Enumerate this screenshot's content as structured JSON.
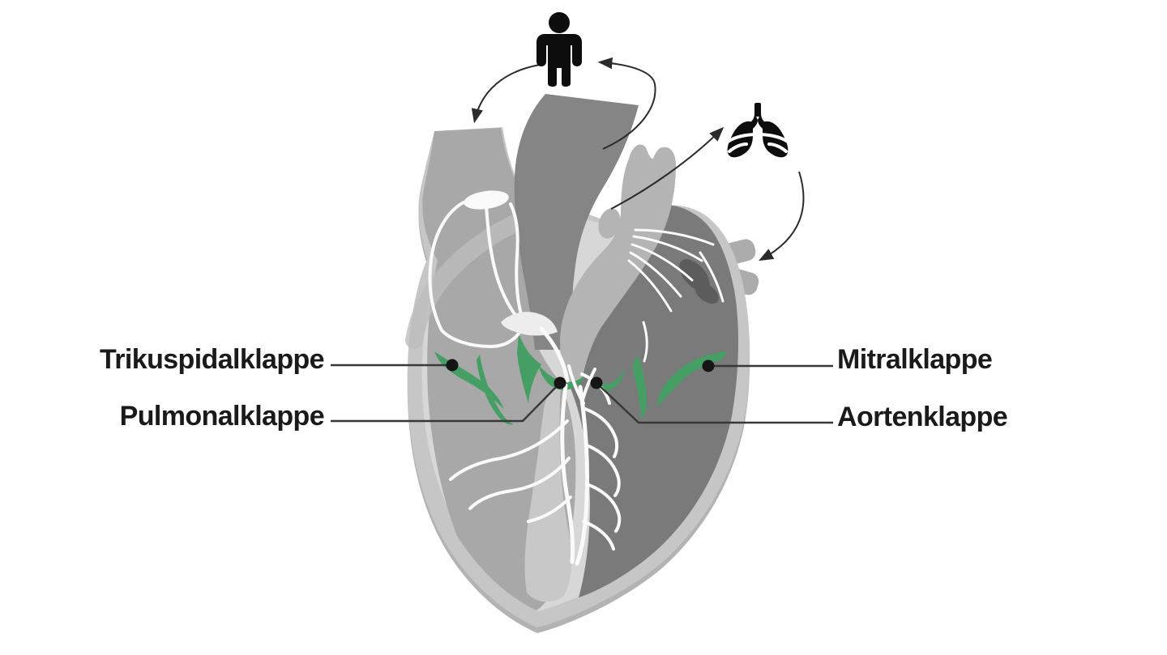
{
  "diagram": {
    "type": "anatomy-diagram",
    "subject": "Herzklappen (heart valves), frontal section of the human heart",
    "labels": [
      {
        "id": "tricuspid",
        "text": "Trikuspidalklappe",
        "side": "left",
        "points_to": "valve between right atrium and right ventricle"
      },
      {
        "id": "pulmonary",
        "text": "Pulmonalklappe",
        "side": "left",
        "points_to": "valve at base of pulmonary artery"
      },
      {
        "id": "mitral",
        "text": "Mitralklappe",
        "side": "right",
        "points_to": "valve between left atrium and left ventricle"
      },
      {
        "id": "aortic",
        "text": "Aortenklappe",
        "side": "right",
        "points_to": "valve at base of aorta"
      }
    ],
    "icons": [
      {
        "name": "person-icon",
        "meaning": "body circulation (systemic)"
      },
      {
        "name": "lungs-icon",
        "meaning": "lung circulation (pulmonary)"
      }
    ],
    "arrows": [
      {
        "from": "person",
        "to": "heart (superior vena cava)"
      },
      {
        "from": "aorta",
        "to": "person"
      },
      {
        "from": "pulmonary artery",
        "to": "lungs"
      },
      {
        "from": "lungs",
        "to": "left atrium"
      }
    ],
    "colors": {
      "background": "#ffffff",
      "valve_green": "#459e63",
      "heart_outer": "#c6c6c6",
      "heart_inner_rim": "#d7d7d7",
      "right_chambers": "#a8a8a8",
      "left_chambers": "#7a7a7a",
      "aorta": "#858585",
      "pulmonary_artery": "#b4b4b4",
      "fibers": "#fafafa",
      "icon_black": "#0d0d0d",
      "label_text": "#1a1a1a",
      "pointer_line": "#383838"
    }
  }
}
